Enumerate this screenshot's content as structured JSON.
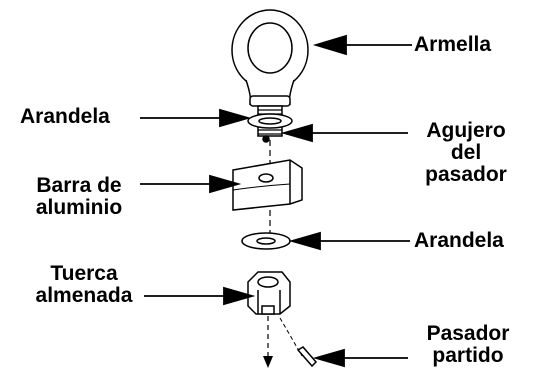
{
  "labels": {
    "armella": "Armella",
    "arandela_top": "Arandela",
    "agujero_line1": "Agujero",
    "agujero_line2": "del",
    "agujero_line3": "pasador",
    "barra_line1": "Barra de",
    "barra_line2": "aluminio",
    "arandela_bottom": "Arandela",
    "tuerca_line1": "Tuerca",
    "tuerca_line2": "almenada",
    "pasador_line1": "Pasador",
    "pasador_line2": "partido"
  },
  "colors": {
    "ink": "#000000",
    "part_fill": "#ffffff",
    "metal_shade": "#9a9a9a"
  }
}
